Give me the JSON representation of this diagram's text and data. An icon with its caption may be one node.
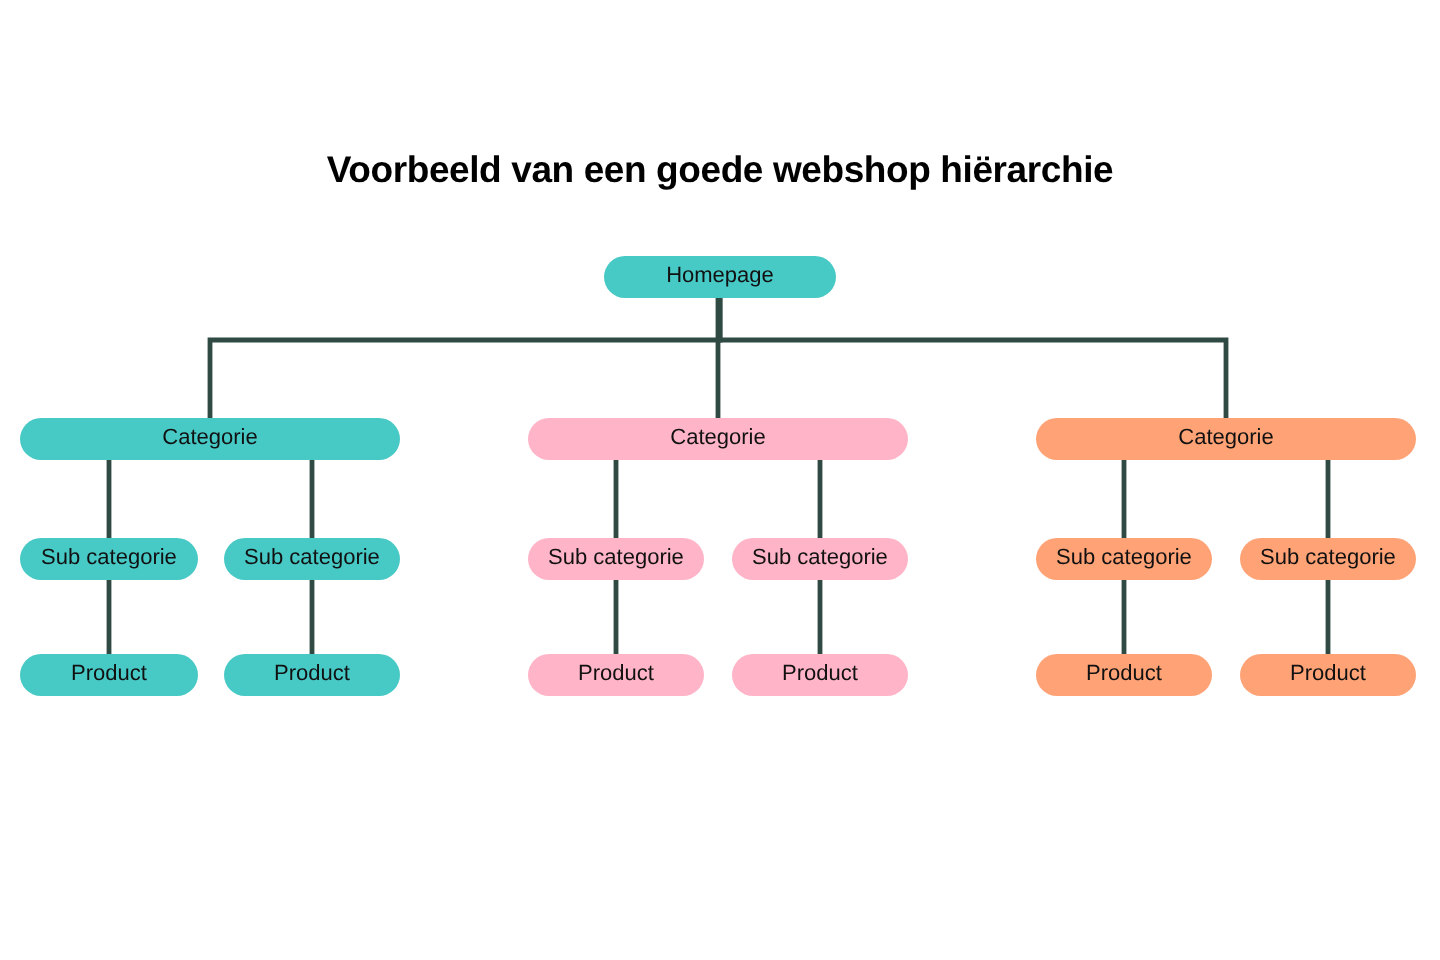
{
  "diagram": {
    "title": "Voorbeeld van een goede webshop hiërarchie",
    "nodes": [
      {
        "text": [
          "Homepage"
        ]
      },
      {
        "text": [
          "Categorie"
        ]
      },
      {
        "text": [
          "Categorie"
        ]
      },
      {
        "text": [
          "Categorie"
        ]
      },
      {
        "text": [
          "Sub categorie"
        ]
      },
      {
        "text": [
          "Sub categorie"
        ]
      },
      {
        "text": [
          "Sub categorie"
        ]
      },
      {
        "text": [
          "Sub categorie"
        ]
      },
      {
        "text": [
          "Sub categorie"
        ]
      },
      {
        "text": [
          "Sub categorie"
        ]
      },
      {
        "text": [
          "Product"
        ]
      },
      {
        "text": [
          "Product"
        ]
      },
      {
        "text": [
          "Product"
        ]
      },
      {
        "text": [
          "Product"
        ]
      },
      {
        "text": [
          "Product"
        ]
      },
      {
        "text": [
          "Product"
        ]
      }
    ],
    "edges": [
      {
        "from": 0,
        "to": 1,
        "arrow": "none"
      },
      {
        "from": 0,
        "to": 2,
        "arrow": "none"
      },
      {
        "from": 0,
        "to": 3,
        "arrow": "none"
      },
      {
        "from": 1,
        "to": 4,
        "arrow": "none"
      },
      {
        "from": 1,
        "to": 5,
        "arrow": "none"
      },
      {
        "from": 2,
        "to": 6,
        "arrow": "none"
      },
      {
        "from": 2,
        "to": 7,
        "arrow": "none"
      },
      {
        "from": 3,
        "to": 8,
        "arrow": "none"
      },
      {
        "from": 3,
        "to": 9,
        "arrow": "none"
      },
      {
        "from": 4,
        "to": 10,
        "arrow": "none"
      },
      {
        "from": 5,
        "to": 11,
        "arrow": "none"
      },
      {
        "from": 6,
        "to": 12,
        "arrow": "none"
      },
      {
        "from": 7,
        "to": 13,
        "arrow": "none"
      },
      {
        "from": 8,
        "to": 14,
        "arrow": "none"
      },
      {
        "from": 9,
        "to": 15,
        "arrow": "none"
      }
    ]
  }
}
